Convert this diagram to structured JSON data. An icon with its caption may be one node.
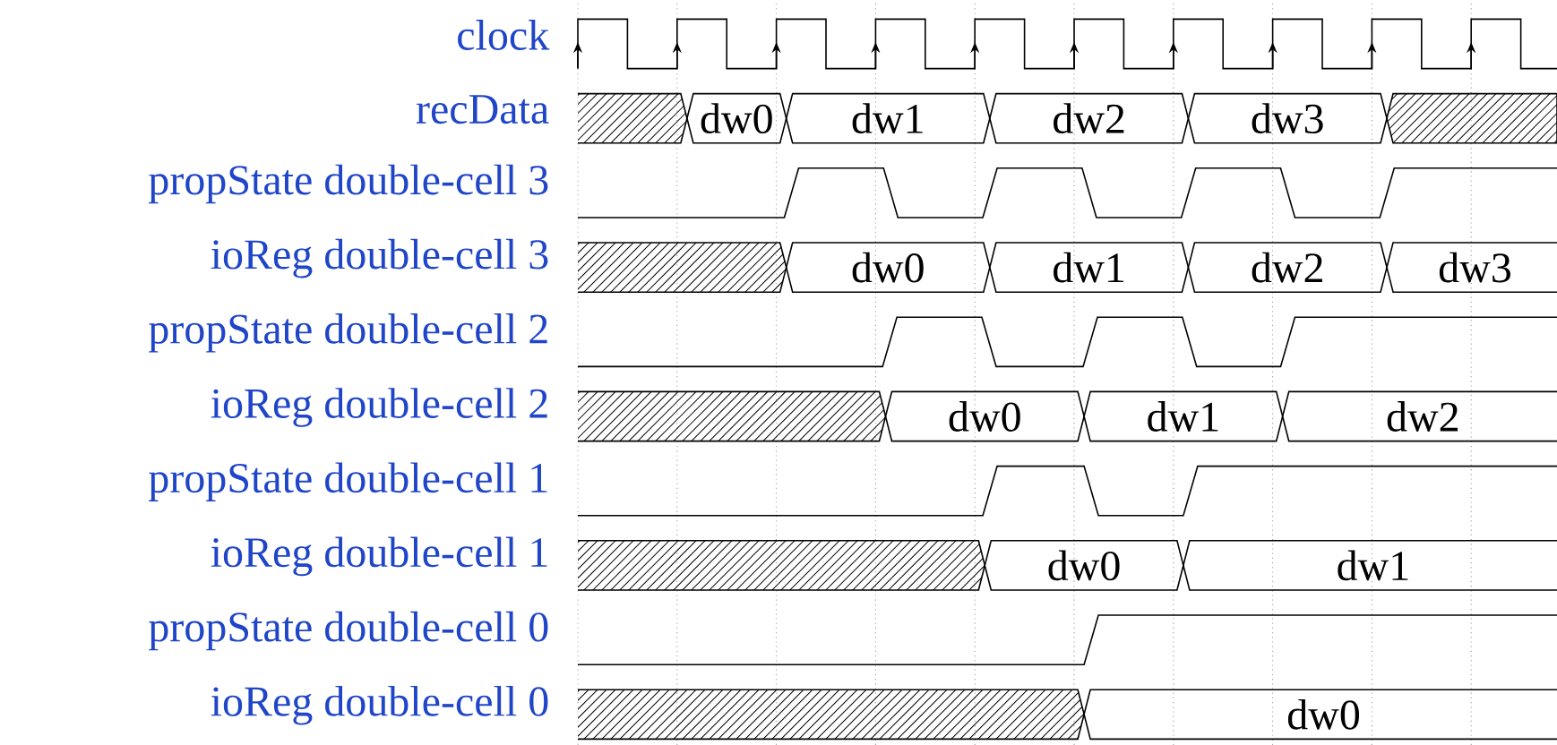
{
  "diagram": {
    "nodes": [
      {
        "text": [
          "dw0"
        ]
      },
      {
        "text": [
          "dw1"
        ]
      },
      {
        "text": [
          "dw2"
        ]
      },
      {
        "text": [
          "dw3"
        ]
      },
      {
        "text": [
          "dw0"
        ]
      },
      {
        "text": [
          "dw1"
        ]
      },
      {
        "text": [
          "dw2"
        ]
      },
      {
        "text": [
          "dw3"
        ]
      },
      {
        "text": [
          "dw0"
        ]
      },
      {
        "text": [
          "dw1"
        ]
      },
      {
        "text": [
          "dw2"
        ]
      },
      {
        "text": [
          "dw0"
        ]
      },
      {
        "text": [
          "dw1"
        ]
      },
      {
        "text": [
          "dw0"
        ]
      }
    ],
    "labels": [
      "clock",
      "recData",
      "propState double-cell 3",
      "ioReg double-cell 3",
      "propState double-cell 2",
      "ioReg double-cell 2",
      "propState double-cell 1",
      "ioReg double-cell 1",
      "propState double-cell 0",
      "ioReg double-cell 0"
    ]
  }
}
